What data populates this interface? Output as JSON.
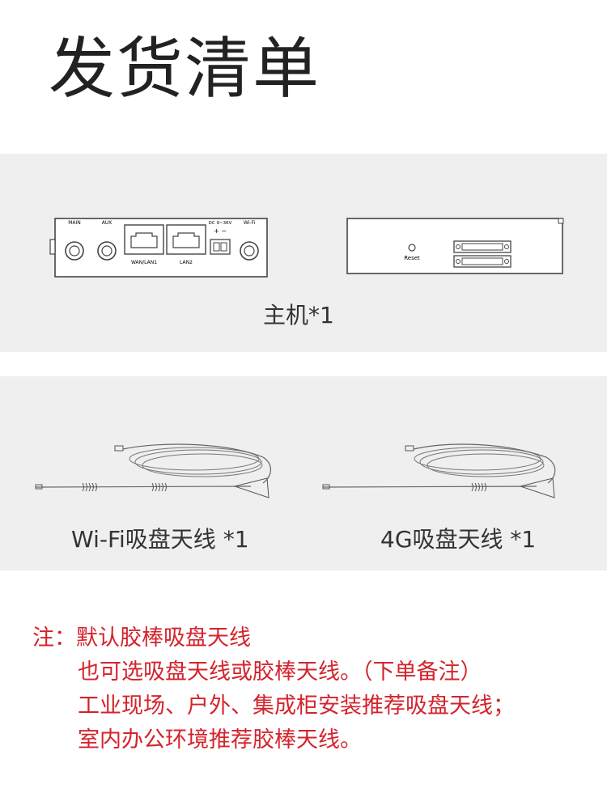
{
  "title": "发货清单",
  "host": {
    "front_labels": {
      "main": "MAIN",
      "aux": "AUX",
      "dc": "DC 9~36V",
      "plusminus": "+ −",
      "wifi": "Wi-Fi",
      "wan": "WAN/LAN1",
      "lan": "LAN2"
    },
    "back_labels": {
      "reset": "Reset"
    },
    "caption": "主机*1"
  },
  "antennas": {
    "wifi_caption": "Wi-Fi吸盘天线 *1",
    "g4_caption": "4G吸盘天线 *1"
  },
  "note": {
    "prefix": "注：",
    "line1": "默认胶棒吸盘天线",
    "line2": "也可选吸盘天线或胶棒天线。（下单备注）",
    "line3": "工业现场、户外、集成柜安装推荐吸盘天线；",
    "line4": "室内办公环境推荐胶棒天线。"
  },
  "colors": {
    "note": "#d4232c",
    "panel": "#efefef"
  }
}
